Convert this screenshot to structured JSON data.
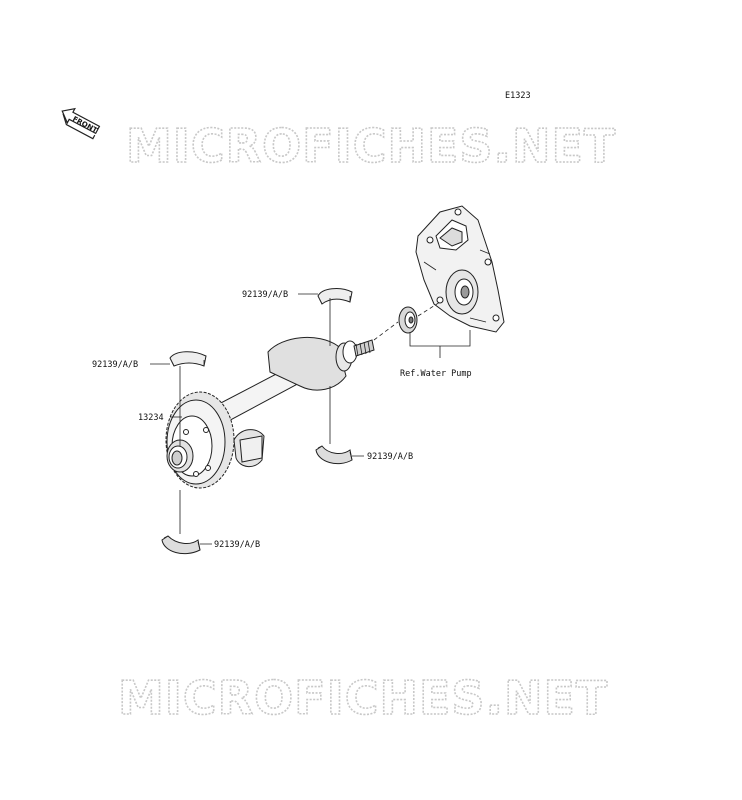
{
  "diagram": {
    "code": "E1323",
    "front_label": "FRONT",
    "watermark_text": "MICROFICHES.NET",
    "callouts": {
      "gear": "13234",
      "bearing_top": "92139/A/B",
      "bearing_left": "92139/A/B",
      "bearing_right": "92139/A/B",
      "bearing_bottom": "92139/A/B",
      "water_pump_ref": "Ref.Water Pump"
    }
  }
}
